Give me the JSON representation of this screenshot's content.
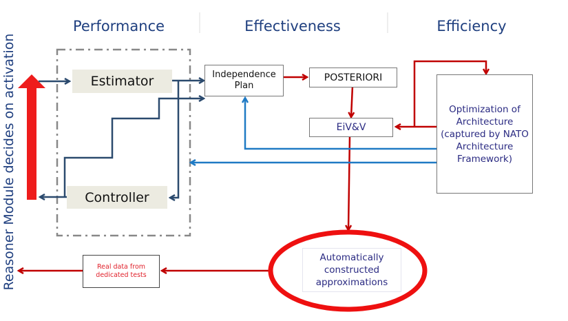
{
  "side_title": "Reasoner Module decides on activation",
  "headers": {
    "performance": "Performance",
    "effectiveness": "Effectiveness",
    "efficiency": "Efficiency"
  },
  "nodes": {
    "estimator": "Estimator",
    "controller": "Controller",
    "independence_plan": "Independence Plan",
    "posteriori": "POSTERIORI",
    "eivv": "EiV&V",
    "optimization": "Optimization of Architecture (captured by NATO Architecture Framework)",
    "approximations": "Automatically constructed approximations",
    "real_data": "Real data from dedicated tests"
  },
  "colors": {
    "header_text": "#1f3f7f",
    "navy_arrow": "#2b4a6e",
    "red_arrow": "#c00000",
    "blue_arrow": "#1f7ac4",
    "bright_red": "#ee1c1c",
    "node_fill": "#ecebe1"
  }
}
